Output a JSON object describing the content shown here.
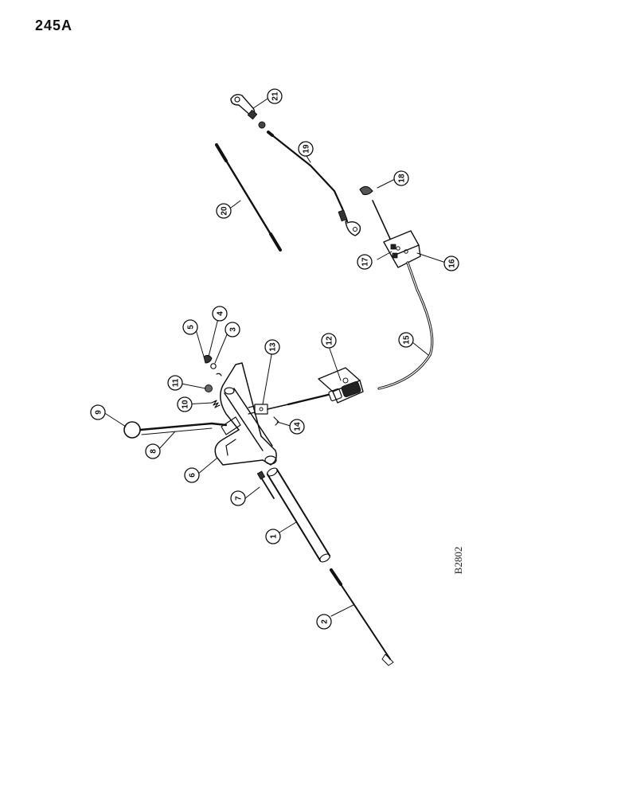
{
  "page_number": "245A",
  "drawing_code": "B2802",
  "callouts": [
    "1",
    "2",
    "3",
    "4",
    "5",
    "6",
    "7",
    "8",
    "9",
    "10",
    "11",
    "12",
    "13",
    "14",
    "15",
    "16",
    "17",
    "18",
    "19",
    "20",
    "21"
  ]
}
